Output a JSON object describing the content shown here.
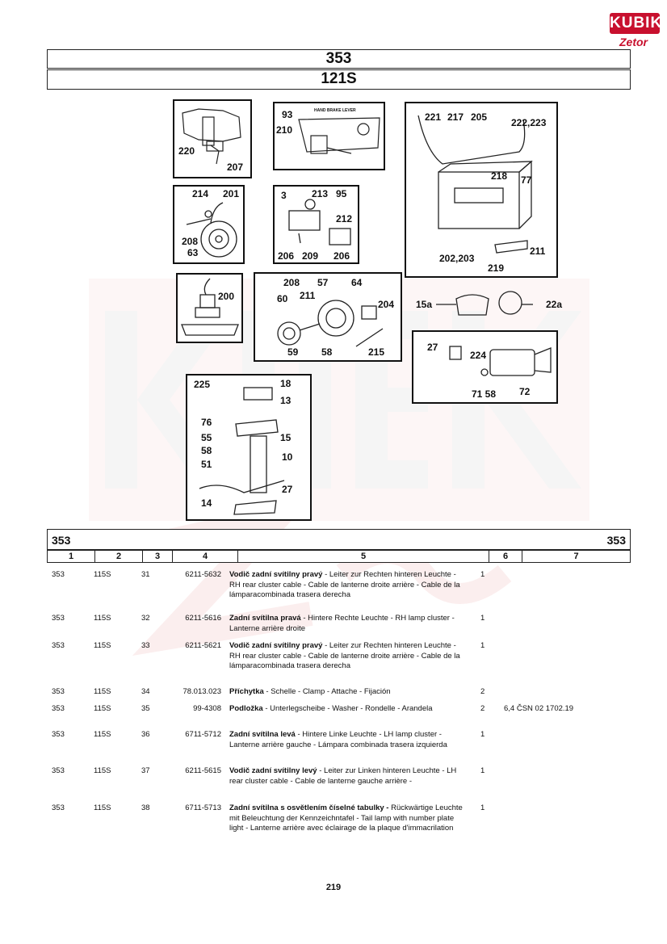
{
  "logo": {
    "brand": "KUBIK",
    "sub": "Zetor"
  },
  "header": {
    "group": "353",
    "model": "121S"
  },
  "callouts": [
    {
      "id": "c220",
      "text": "220"
    },
    {
      "id": "c207",
      "text": "207"
    },
    {
      "id": "c93",
      "text": "93"
    },
    {
      "id": "c210",
      "text": "210"
    },
    {
      "id": "chb",
      "text": "HAND BRAKE LEVER"
    },
    {
      "id": "c221",
      "text": "221"
    },
    {
      "id": "c217",
      "text": "217"
    },
    {
      "id": "c205",
      "text": "205"
    },
    {
      "id": "c222",
      "text": "222,223"
    },
    {
      "id": "c218",
      "text": "218"
    },
    {
      "id": "c77",
      "text": "77"
    },
    {
      "id": "c211a",
      "text": "211"
    },
    {
      "id": "c202",
      "text": "202,203"
    },
    {
      "id": "c219",
      "text": "219"
    },
    {
      "id": "c214",
      "text": "214"
    },
    {
      "id": "c201",
      "text": "201"
    },
    {
      "id": "c208a",
      "text": "208"
    },
    {
      "id": "c63",
      "text": "63"
    },
    {
      "id": "c3",
      "text": "3"
    },
    {
      "id": "c213",
      "text": "213"
    },
    {
      "id": "c95",
      "text": "95"
    },
    {
      "id": "c212",
      "text": "212"
    },
    {
      "id": "c206a",
      "text": "206"
    },
    {
      "id": "c209",
      "text": "209"
    },
    {
      "id": "c206b",
      "text": "206"
    },
    {
      "id": "c200",
      "text": "200"
    },
    {
      "id": "c208b",
      "text": "208"
    },
    {
      "id": "c57",
      "text": "57"
    },
    {
      "id": "c64",
      "text": "64"
    },
    {
      "id": "c60",
      "text": "60"
    },
    {
      "id": "c211b",
      "text": "211"
    },
    {
      "id": "c204",
      "text": "204"
    },
    {
      "id": "c59",
      "text": "59"
    },
    {
      "id": "c58a",
      "text": "58"
    },
    {
      "id": "c215",
      "text": "215"
    },
    {
      "id": "c15a",
      "text": "15a"
    },
    {
      "id": "c22a",
      "text": "22a"
    },
    {
      "id": "c27a",
      "text": "27"
    },
    {
      "id": "c224",
      "text": "224"
    },
    {
      "id": "c7158",
      "text": "71 58"
    },
    {
      "id": "c72",
      "text": "72"
    },
    {
      "id": "c225",
      "text": "225"
    },
    {
      "id": "c18",
      "text": "18"
    },
    {
      "id": "c13",
      "text": "13"
    },
    {
      "id": "c76",
      "text": "76"
    },
    {
      "id": "c55",
      "text": "55"
    },
    {
      "id": "c15b",
      "text": "15"
    },
    {
      "id": "c58b",
      "text": "58"
    },
    {
      "id": "c51",
      "text": "51"
    },
    {
      "id": "c10",
      "text": "10"
    },
    {
      "id": "c27b",
      "text": "27"
    },
    {
      "id": "c14",
      "text": "14"
    }
  ],
  "table": {
    "group_left": "353",
    "group_right": "353",
    "columns": [
      "1",
      "2",
      "3",
      "4",
      "5",
      "6",
      "7"
    ],
    "rows": [
      {
        "c1": "353",
        "c2": "115S",
        "c3": "31",
        "c4": "6211-5632",
        "name": "Vodič zadní svítilny pravý",
        "desc": " - Leiter zur Rechten hinteren Leuchte - RH rear cluster cable - Cable de lanterne droite arrière - Cable de la lámparacombinada trasera derecha",
        "qty": "1",
        "note": ""
      },
      {
        "c1": "353",
        "c2": "115S",
        "c3": "32",
        "c4": "6211-5616",
        "name": "Zadní svítilna pravá",
        "desc": " - Hintere Rechte Leuchte - RH lamp cluster - Lanterne arrière droite",
        "qty": "1",
        "note": ""
      },
      {
        "c1": "353",
        "c2": "115S",
        "c3": "33",
        "c4": "6211-5621",
        "name": "Vodič zadní svítilny pravý",
        "desc": " - Leiter zur Rechten hinteren Leuchte - RH rear cluster cable - Cable de lanterne droite arrière - Cable de la lámparacombinada trasera derecha",
        "qty": "1",
        "note": ""
      },
      {
        "c1": "353",
        "c2": "115S",
        "c3": "34",
        "c4": "78.013.023",
        "name": "Příchytka",
        "desc": " - Schelle - Clamp - Attache - Fijación",
        "qty": "2",
        "note": ""
      },
      {
        "c1": "353",
        "c2": "115S",
        "c3": "35",
        "c4": "99-4308",
        "name": "Podložka",
        "desc": " - Unterlegscheibe - Washer - Rondelle - Arandela",
        "qty": "2",
        "note": "6,4 ČSN 02 1702.19"
      },
      {
        "c1": "353",
        "c2": "115S",
        "c3": "36",
        "c4": "6711-5712",
        "name": "Zadní svítilna levá",
        "desc": " - Hintere Linke Leuchte - LH lamp cluster - Lanterne arrière gauche - Lámpara combinada trasera izquierda",
        "qty": "1",
        "note": ""
      },
      {
        "c1": "353",
        "c2": "115S",
        "c3": "37",
        "c4": "6211-5615",
        "name": "Vodič zadní svítilny levý",
        "desc": " - Leiter zur Linken hinteren Leuchte - LH rear cluster cable - Cable de lanterne gauche arrière -",
        "qty": "1",
        "note": ""
      },
      {
        "c1": "353",
        "c2": "115S",
        "c3": "38",
        "c4": "6711-5713",
        "name": "Zadní svítilna s osvětlením čísel­né tabulky -",
        "desc": " Rückwärtige Leuchte mit Beleuchtung der Kennzeichntafel - Tail lamp with number plate light - Lanterne arrière avec éclairage de la plaque d'immacrilation",
        "qty": "1",
        "note": ""
      }
    ]
  },
  "page_number": "219",
  "colors": {
    "brand_red": "#c8102e",
    "ink": "#111111"
  }
}
